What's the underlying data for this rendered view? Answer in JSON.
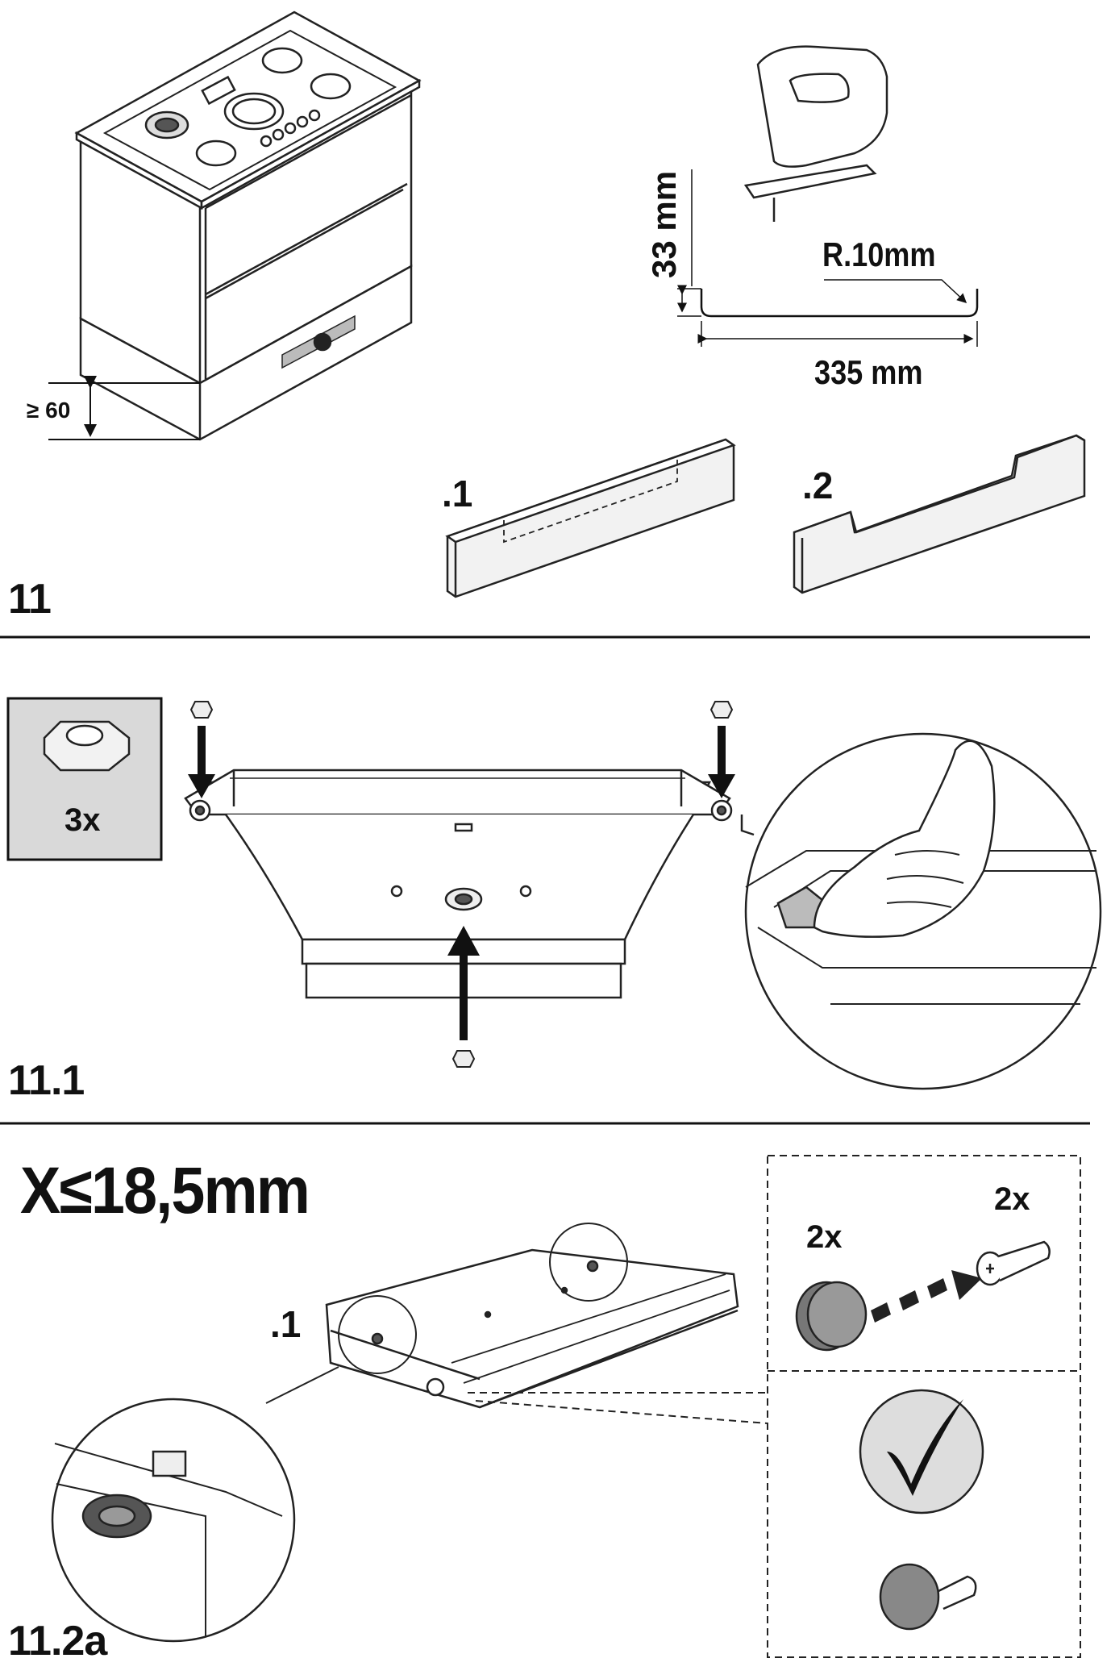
{
  "step11": {
    "number": "11",
    "clearance": "≥ 60",
    "height": "33 mm",
    "radius": "R.10mm",
    "width": "335 mm",
    "variant1": ".1",
    "variant2": ".2"
  },
  "step11_1": {
    "number": "11.1",
    "nut_count": "3x"
  },
  "step11_2a": {
    "number": "11.2a",
    "max_thickness": "X≤18,5mm",
    "part_label": ".1",
    "cap_count": "2x",
    "screw_count": "2x"
  }
}
